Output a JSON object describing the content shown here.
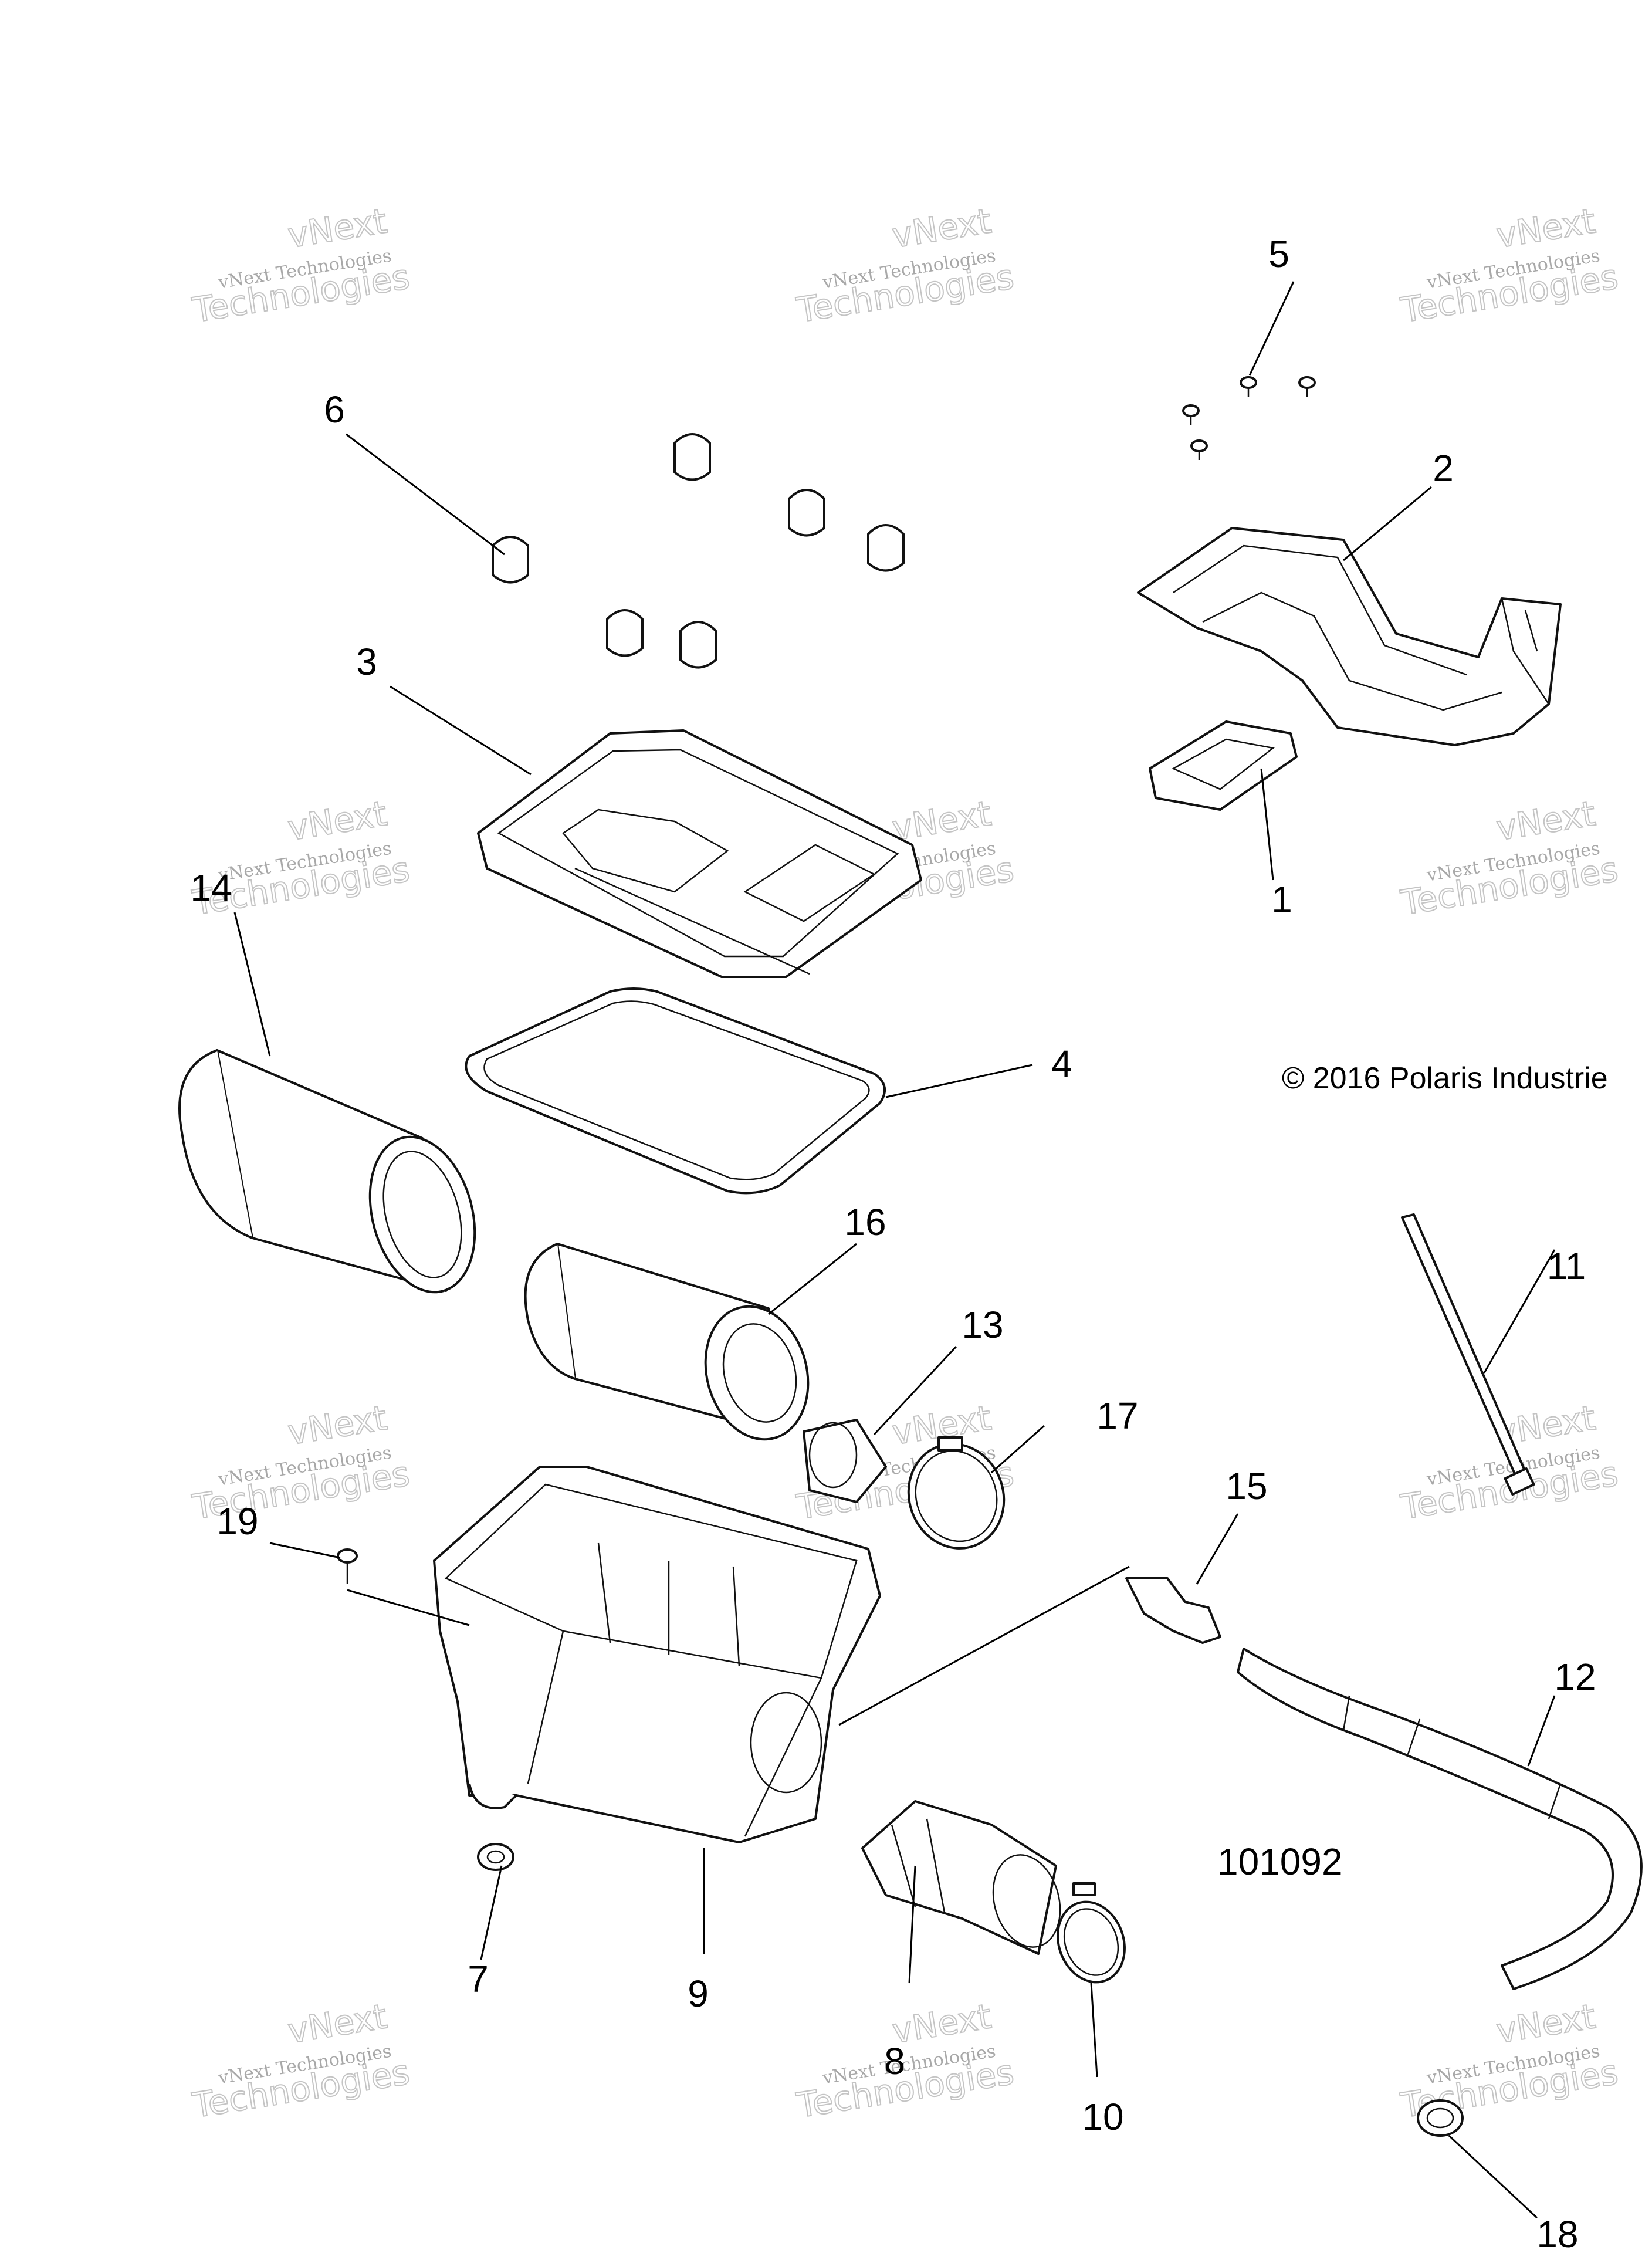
{
  "callouts": [
    {
      "id": "c1",
      "label": "1"
    },
    {
      "id": "c2",
      "label": "2"
    },
    {
      "id": "c3",
      "label": "3"
    },
    {
      "id": "c4",
      "label": "4"
    },
    {
      "id": "c5",
      "label": "5"
    },
    {
      "id": "c6",
      "label": "6"
    },
    {
      "id": "c7",
      "label": "7"
    },
    {
      "id": "c8",
      "label": "8"
    },
    {
      "id": "c9",
      "label": "9"
    },
    {
      "id": "c10",
      "label": "10"
    },
    {
      "id": "c11",
      "label": "11"
    },
    {
      "id": "c12",
      "label": "12"
    },
    {
      "id": "c13",
      "label": "13"
    },
    {
      "id": "c14",
      "label": "14"
    },
    {
      "id": "c15",
      "label": "15"
    },
    {
      "id": "c16",
      "label": "16"
    },
    {
      "id": "c17",
      "label": "17"
    },
    {
      "id": "c18",
      "label": "18"
    },
    {
      "id": "c19",
      "label": "19"
    }
  ],
  "copyright": "© 2016 Polaris Industrie",
  "figure_number": "101092",
  "watermark": {
    "line1": "vNext Technologies",
    "line2": "Technologies",
    "line3": "vNext"
  }
}
